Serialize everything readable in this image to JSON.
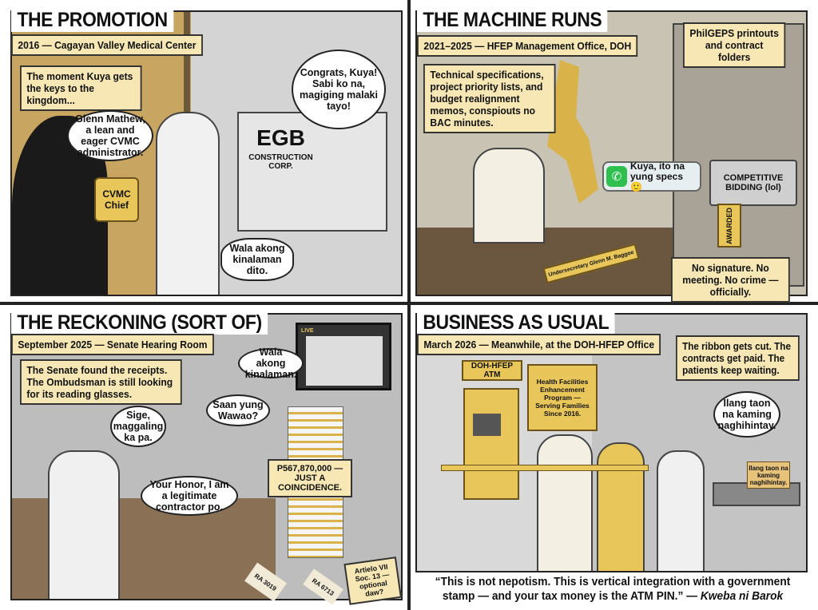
{
  "panels": [
    {
      "title": "THE PROMOTION",
      "caption": "2016 — Cagayan Valley Medical Center",
      "narration": "The moment Kuya gets the keys to the kingdom...",
      "bubbles": [
        "Glenn Mathew, a lean and eager CVMC administrator.",
        "Congrats, Kuya! Sabi ko na, magiging malaki tayo!",
        "Wala akong kinalaman dito."
      ],
      "plaque": "CVMC Chief",
      "truck_brand": "EGB",
      "truck_sub": "CONSTRUCTION CORP."
    },
    {
      "title": "THE MACHINE RUNS",
      "caption": "2021–2025 — HFEP Management Office, DOH",
      "narration": "Technical specifications, project priority lists, and budget realignment memos, conspiouts no BAC minutes.",
      "side_caption": "PhilGEPS printouts and contract folders",
      "chat_message": "Kuya, ito na yung specs 🙂",
      "machine_label": "COMPETITIVE BIDDING (lol)",
      "ribbon": "AWARDED",
      "nameplate": "Undersecretary Glenn M. Baggoe",
      "footer": "No signature. No meeting. No crime — officially."
    },
    {
      "title": "THE RECKONING (SORT OF)",
      "caption": "September 2025 — Senate Hearing Room",
      "narration": "The Senate found the receipts. The Ombudsman is still looking for its reading glasses.",
      "bubbles": [
        "Wala akong kinalaman.",
        "Saan yung Wawao?",
        "Sige, maggaling ka pa.",
        "Your Honor, I am a legitimate contractor po."
      ],
      "amount_label": "P567,870,000 — JUST A COINCIDENCE.",
      "papers": [
        "RA 3019",
        "RA 6713"
      ],
      "note": "Artielo VII Soc. 13 — optional daw?",
      "tv_tag": "LIVE"
    },
    {
      "title": "BUSINESS AS USUAL",
      "caption": "March 2026 — Meanwhile, at the DOH-HFEP Office",
      "narration": "The ribbon gets cut. The contracts get paid. The patients keep waiting.",
      "atm_sign": "DOH-HFEP ATM",
      "plaque": "Health Facilities Enhancement Program — Serving Families Since 2016.",
      "bubble": "Ilang taon na kaming naghihintay.",
      "sign": "Ilang taon na kaming naghihintay."
    }
  ],
  "quote": "“This is not nepotism. This is vertical integration with a government stamp — and your tax money is the ATM PIN.” — ",
  "attribution": "Kweba ni Barok"
}
